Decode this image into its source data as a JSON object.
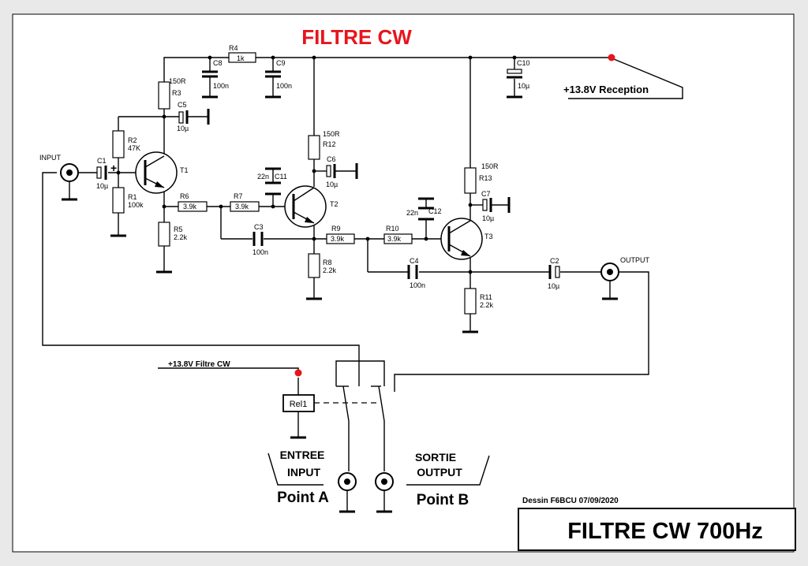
{
  "title": "FILTRE CW",
  "title_box": "FILTRE CW 700Hz",
  "author_note": "Dessin F6BCU 07/09/2020",
  "colors": {
    "accent": "#e8141c",
    "ink": "#000000",
    "paper": "#ffffff"
  },
  "labels": {
    "input": "INPUT",
    "output": "OUTPUT",
    "supply_reception": "+13.8V Reception",
    "supply_filter": "+13.8V  Filtre CW",
    "relay": "Rel1",
    "entree": "ENTREE",
    "entree_sub": "INPUT",
    "point_a": "Point A",
    "sortie": "SORTIE",
    "sortie_sub": "OUTPUT",
    "point_b": "Point B"
  },
  "components": {
    "R1": {
      "name": "R1",
      "value": "100k"
    },
    "R2": {
      "name": "R2",
      "value": "47K"
    },
    "R3": {
      "name": "R3",
      "value": "150R"
    },
    "R4": {
      "name": "R4",
      "value": "1k"
    },
    "R5": {
      "name": "R5",
      "value": "2.2k"
    },
    "R6": {
      "name": "R6",
      "value": "3.9k"
    },
    "R7": {
      "name": "R7",
      "value": "3.9k"
    },
    "R8": {
      "name": "R8",
      "value": "2.2k"
    },
    "R9": {
      "name": "R9",
      "value": "3.9k"
    },
    "R10": {
      "name": "R10",
      "value": "3.9k"
    },
    "R11": {
      "name": "R11",
      "value": "2.2k"
    },
    "R12": {
      "name": "R12",
      "value": "150R"
    },
    "R13": {
      "name": "R13",
      "value": "150R"
    },
    "C1": {
      "name": "C1",
      "value": "10µ"
    },
    "C2": {
      "name": "C2",
      "value": "10µ"
    },
    "C3": {
      "name": "C3",
      "value": "100n"
    },
    "C4": {
      "name": "C4",
      "value": "100n"
    },
    "C5": {
      "name": "C5",
      "value": "10µ"
    },
    "C6": {
      "name": "C6",
      "value": "10µ"
    },
    "C7": {
      "name": "C7",
      "value": "10µ"
    },
    "C8": {
      "name": "C8",
      "value": "100n"
    },
    "C9": {
      "name": "C9",
      "value": "100n"
    },
    "C10": {
      "name": "C10",
      "value": "10µ"
    },
    "C11": {
      "name": "C11",
      "value": "22n"
    },
    "C12": {
      "name": "C12",
      "value": "22n"
    },
    "T1": {
      "name": "T1"
    },
    "T2": {
      "name": "T2"
    },
    "T3": {
      "name": "T3"
    }
  },
  "polarity_mark": "+"
}
